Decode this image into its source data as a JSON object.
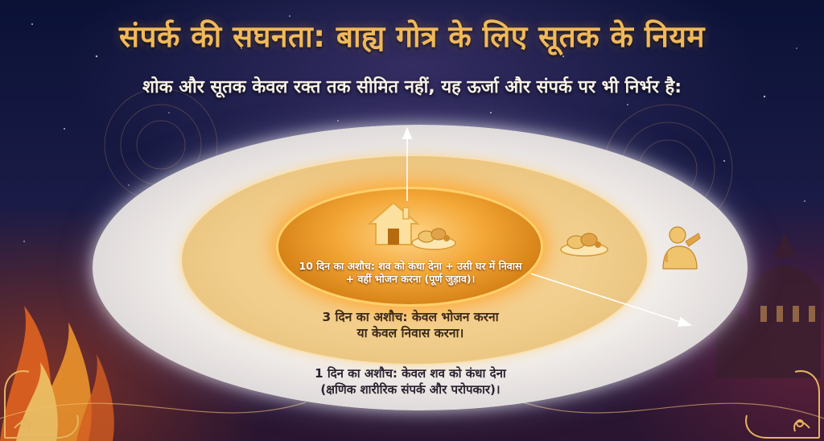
{
  "title": "संपर्क की सघनता: बाह्य गोत्र के लिए सूतक के नियम",
  "subtitle": "शोक और सूतक केवल रक्त तक सीमित नहीं, यह ऊर्जा और संपर्क पर भी निर्भर है:",
  "circles": {
    "inner": {
      "line1": "10 दिन का अशौच: शव को कंधा देना + उसी घर में निवास",
      "line2": "+ वहीं भोजन करना (पूर्ण जुड़ाव)।"
    },
    "middle": {
      "line1": "3 दिन का अशौच: केवल भोजन करना",
      "line2": "या केवल निवास करना।"
    },
    "outer": {
      "line1": "1 दिन का अशौच: केवल शव को कंधा देना",
      "line2": "(क्षणिक शारीरिक संपर्क और परोपकार)।"
    }
  },
  "icons": [
    "house-icon",
    "food-plate-icon",
    "food-plate-icon",
    "person-carrying-icon"
  ],
  "colors": {
    "title": "#f0b95a",
    "subtitle": "#f6f0e6",
    "inner_ring": "#f3a736",
    "middle_ring": "#f2d08f",
    "outer_ring": "#f7f3ee"
  }
}
